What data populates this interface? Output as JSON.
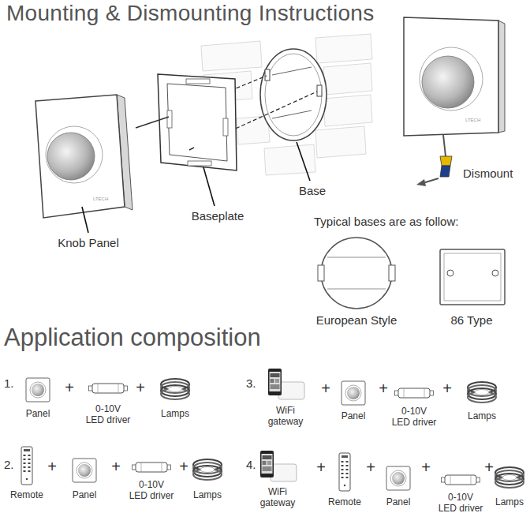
{
  "diagram": {
    "title": "Mounting & Dismounting Instructions",
    "labels": [
      "Dismount",
      "LTECH",
      "LTECH",
      "Base",
      "Baseplate",
      "Knob Panel",
      "Typical bases are as follow:",
      "European Style",
      "86 Type",
      "Application composition",
      "1.",
      "Panel",
      "+",
      "0-10V LED driver",
      "+",
      "Lamps",
      "3.",
      "WiFi gateway",
      "+",
      "Panel",
      "+",
      "0-10V LED driver",
      "+",
      "Lamps",
      "2.",
      "Remote",
      "+",
      "Panel",
      "+",
      "0-10V LED driver",
      "+",
      "Lamps",
      "4.",
      "WiFi gateway",
      "+",
      "Remote",
      "+",
      "Panel",
      "+",
      "0-10V LED driver",
      "+",
      "Lamps"
    ]
  }
}
